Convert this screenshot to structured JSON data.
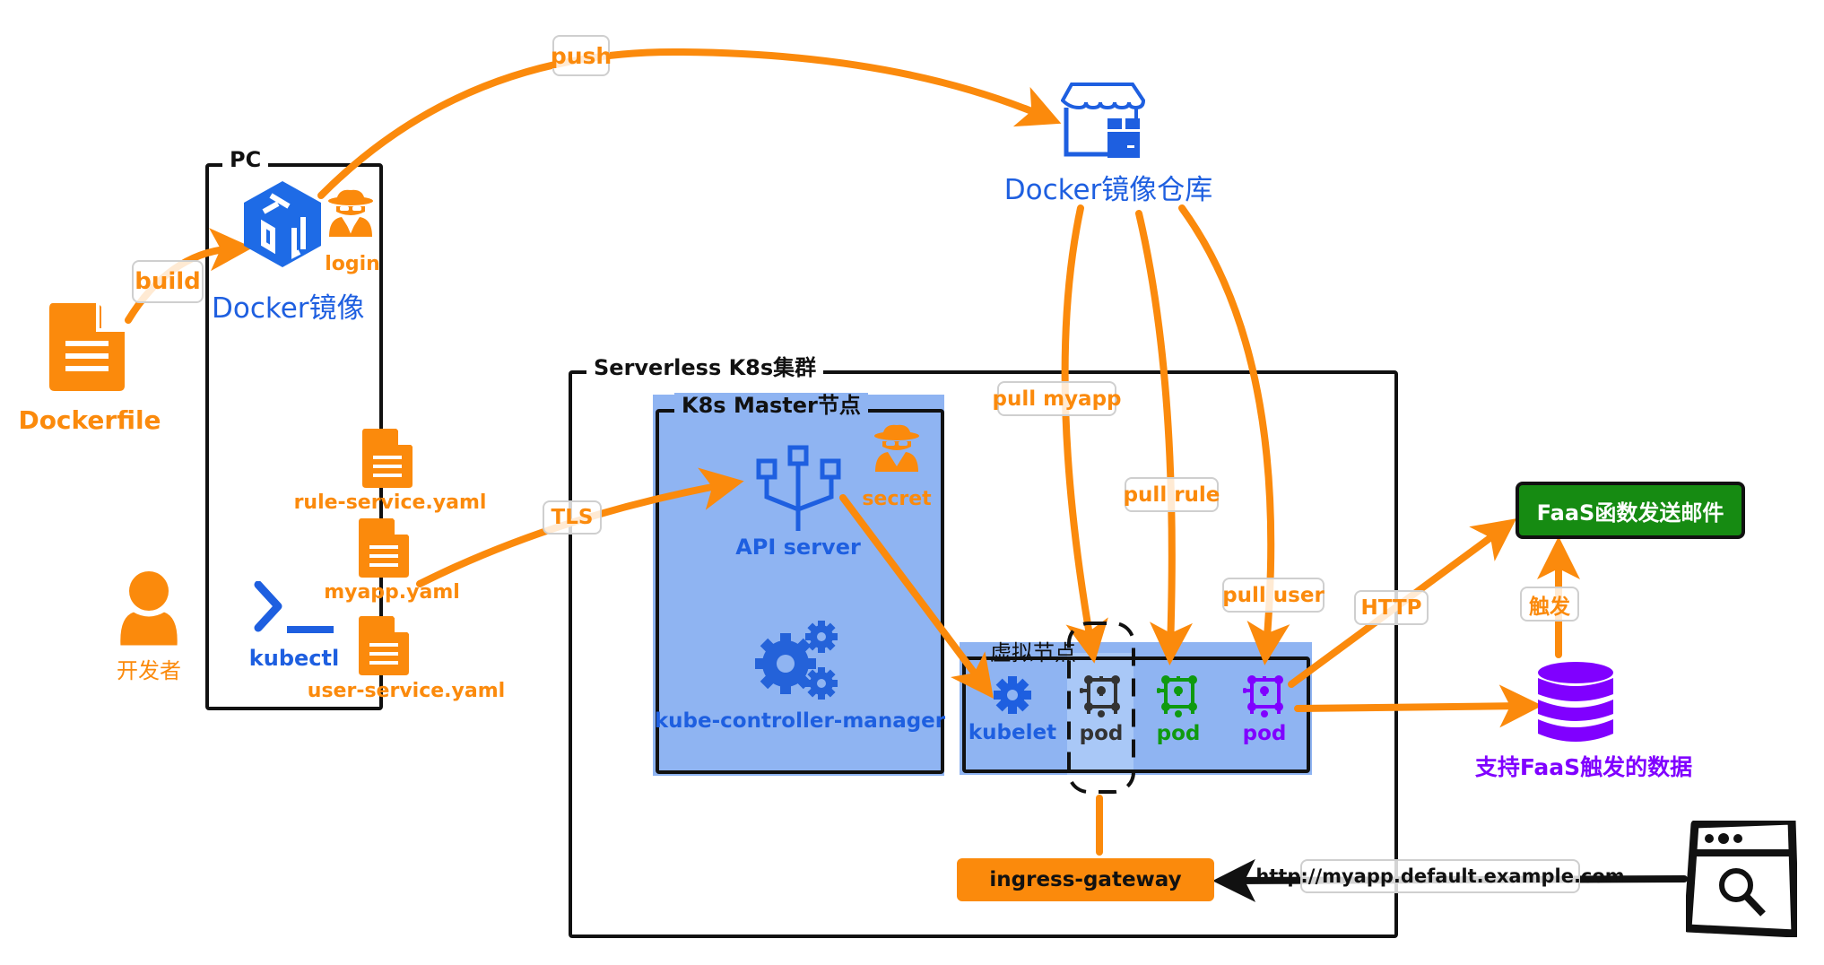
{
  "colors": {
    "accent_orange": "#fb8a0c",
    "docker_blue": "#1e5fe0",
    "node_fill": "#8fb4f2",
    "faas_green": "#168b12",
    "data_purple": "#8000ff"
  },
  "left": {
    "dockerfile": {
      "label": "Dockerfile",
      "icon": "file-icon"
    },
    "developer": {
      "label": "开发者",
      "icon": "user-icon"
    }
  },
  "pc": {
    "title": "PC",
    "docker_image": {
      "label": "Docker镜像",
      "icon": "docker-box-icon"
    },
    "login": {
      "label": "login",
      "icon": "spy-icon"
    },
    "kubectl": {
      "label": "kubectl",
      "icon": "terminal-icon"
    },
    "files": [
      {
        "label": "rule-service.yaml",
        "icon": "file-icon"
      },
      {
        "label": "myapp.yaml",
        "icon": "file-icon"
      },
      {
        "label": "user-service.yaml",
        "icon": "file-icon"
      }
    ]
  },
  "registry": {
    "label": "Docker镜像仓库",
    "icon": "store-icon"
  },
  "cluster": {
    "title": "Serverless K8s集群",
    "master": {
      "title": "K8s Master节点",
      "api_server": {
        "label": "API server",
        "icon": "api-tree-icon"
      },
      "secret": {
        "label": "secret",
        "icon": "spy-icon"
      },
      "controller": {
        "label": "kube-controller-manager",
        "icon": "gears-icon"
      }
    },
    "virtual_node": {
      "title": "虚拟节点",
      "kubelet": {
        "label": "kubelet",
        "icon": "gear-icon"
      },
      "pods": [
        {
          "label": "pod",
          "color": "#333333"
        },
        {
          "label": "pod",
          "color": "#0f9a0f"
        },
        {
          "label": "pod",
          "color": "#8000ff"
        }
      ]
    },
    "ingress": {
      "label": "ingress-gateway"
    }
  },
  "faas": {
    "label": "FaaS函数发送邮件"
  },
  "database": {
    "label": "支持FaaS触发的数据",
    "icon": "database-icon"
  },
  "browser": {
    "icon": "browser-search-icon"
  },
  "edges": {
    "build": "build",
    "push": "push",
    "tls": "TLS",
    "pull_myapp": "pull myapp",
    "pull_rule": "pull rule",
    "pull_user": "pull user",
    "http": "HTTP",
    "trigger": "触发",
    "url": "http://myapp.default.example.com"
  }
}
